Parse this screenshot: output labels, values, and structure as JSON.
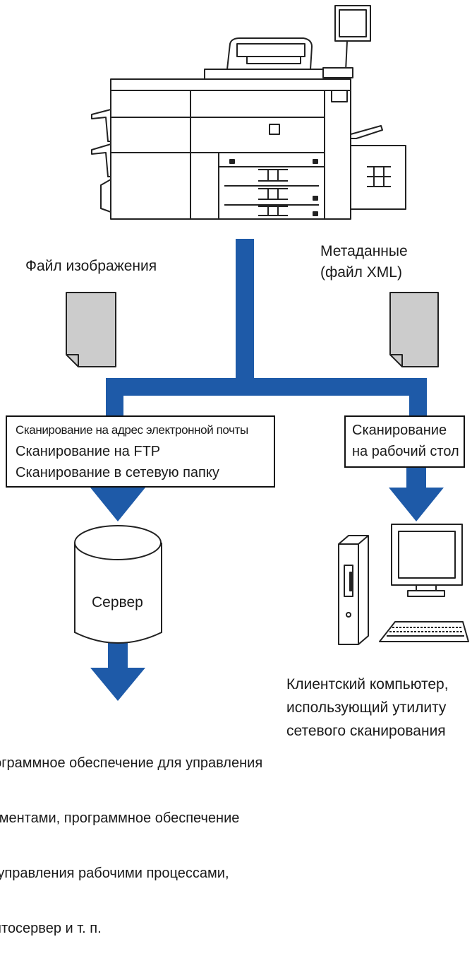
{
  "labels": {
    "image_file": "Файл изображения",
    "metadata_line1": "Метаданные",
    "metadata_line2": "(файл XML)",
    "server": "Сервер",
    "client_line1": "Клиентский компьютер,",
    "client_line2": "использующий утилиту",
    "client_line3": "сетевого сканирования"
  },
  "scan_box_left": [
    "Сканирование на адрес электронной почты",
    "Сканирование на FTP",
    "Сканирование в сетевую папку"
  ],
  "scan_box_right": [
    "Сканирование",
    "на рабочий стол"
  ],
  "bottom_text": [
    "рограммное обеспечение для управления",
    "кументами, программное обеспечение",
    "я управления рабочими процессами,",
    "иптосервер и т. п."
  ],
  "colors": {
    "arrow_blue": "#1e5aa8",
    "document_gray": "#cccccc",
    "outline": "#222222"
  },
  "icons": {
    "printer": "multifunction-printer-icon",
    "document": "document-icon",
    "server": "database-cylinder-icon",
    "computer": "desktop-computer-icon"
  }
}
